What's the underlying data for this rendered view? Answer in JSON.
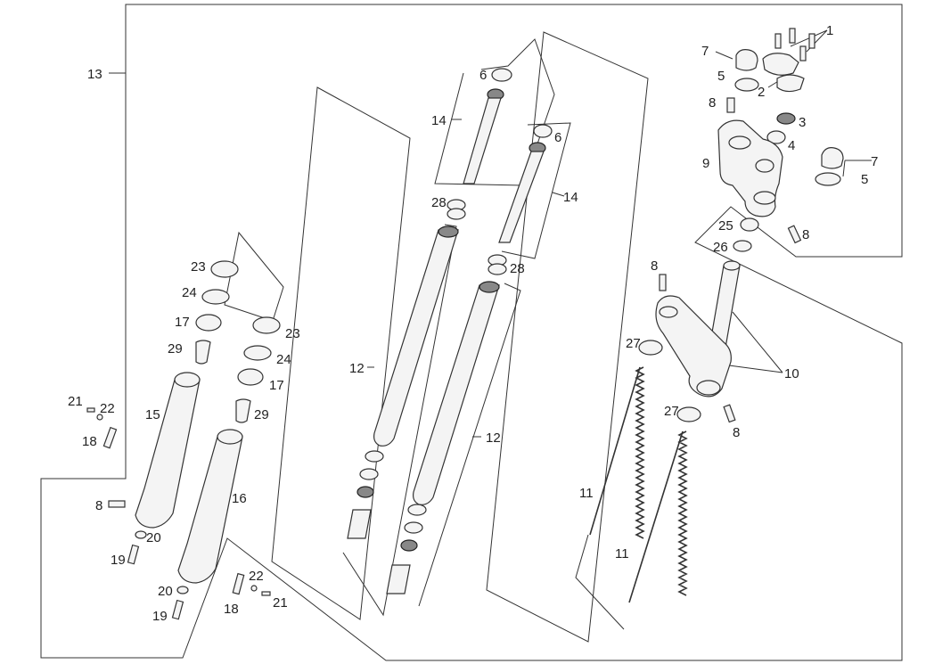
{
  "labels": {
    "l1": "1",
    "l2": "2",
    "l3": "3",
    "l4": "4",
    "l5a": "5",
    "l5b": "5",
    "l6a": "6",
    "l6b": "6",
    "l7a": "7",
    "l7b": "7",
    "l8a": "8",
    "l8b": "8",
    "l8c": "8",
    "l8d": "8",
    "l8e": "8",
    "l9": "9",
    "l10": "10",
    "l11a": "11",
    "l11b": "11",
    "l12a": "12",
    "l12b": "12",
    "l13": "13",
    "l14a": "14",
    "l14b": "14",
    "l15": "15",
    "l16": "16",
    "l17a": "17",
    "l17b": "17",
    "l18a": "18",
    "l18b": "18",
    "l19a": "19",
    "l19b": "19",
    "l20a": "20",
    "l20b": "20",
    "l21a": "21",
    "l21b": "21",
    "l22a": "22",
    "l22b": "22",
    "l23a": "23",
    "l23b": "23",
    "l24a": "24",
    "l24b": "24",
    "l25": "25",
    "l26": "26",
    "l27a": "27",
    "l27b": "27",
    "l28a": "28",
    "l28b": "28",
    "l29a": "29",
    "l29b": "29"
  }
}
